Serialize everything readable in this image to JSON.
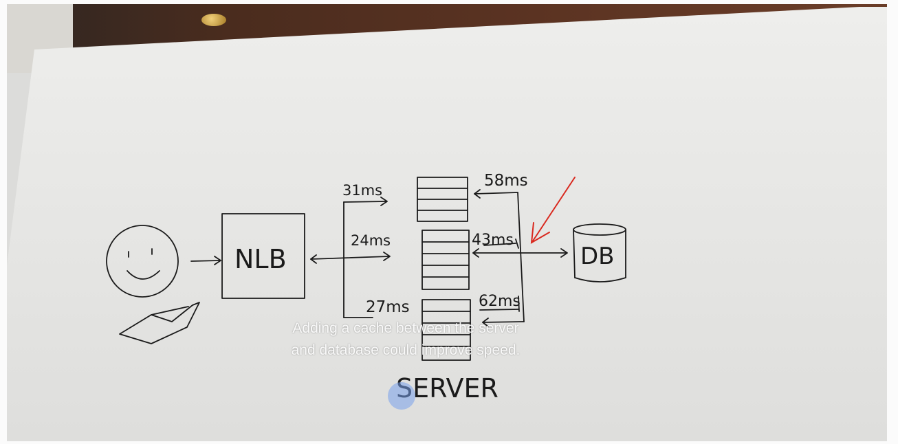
{
  "diagram": {
    "nlb_label": "NLB",
    "db_label": "DB",
    "server_label": "SERVER",
    "latencies": {
      "top_in": "31ms",
      "mid_in": "24ms",
      "bottom_in": "27ms",
      "top_db": "58ms",
      "mid_db": "43ms",
      "bottom_db": "62ms"
    }
  },
  "caption": {
    "line1": "Adding a cache between the server",
    "line2": "and database could improve speed."
  },
  "colors": {
    "marker": "#1a1a1a",
    "annotation_arrow": "#d9281e",
    "cursor_highlight": "#78a0eb"
  }
}
